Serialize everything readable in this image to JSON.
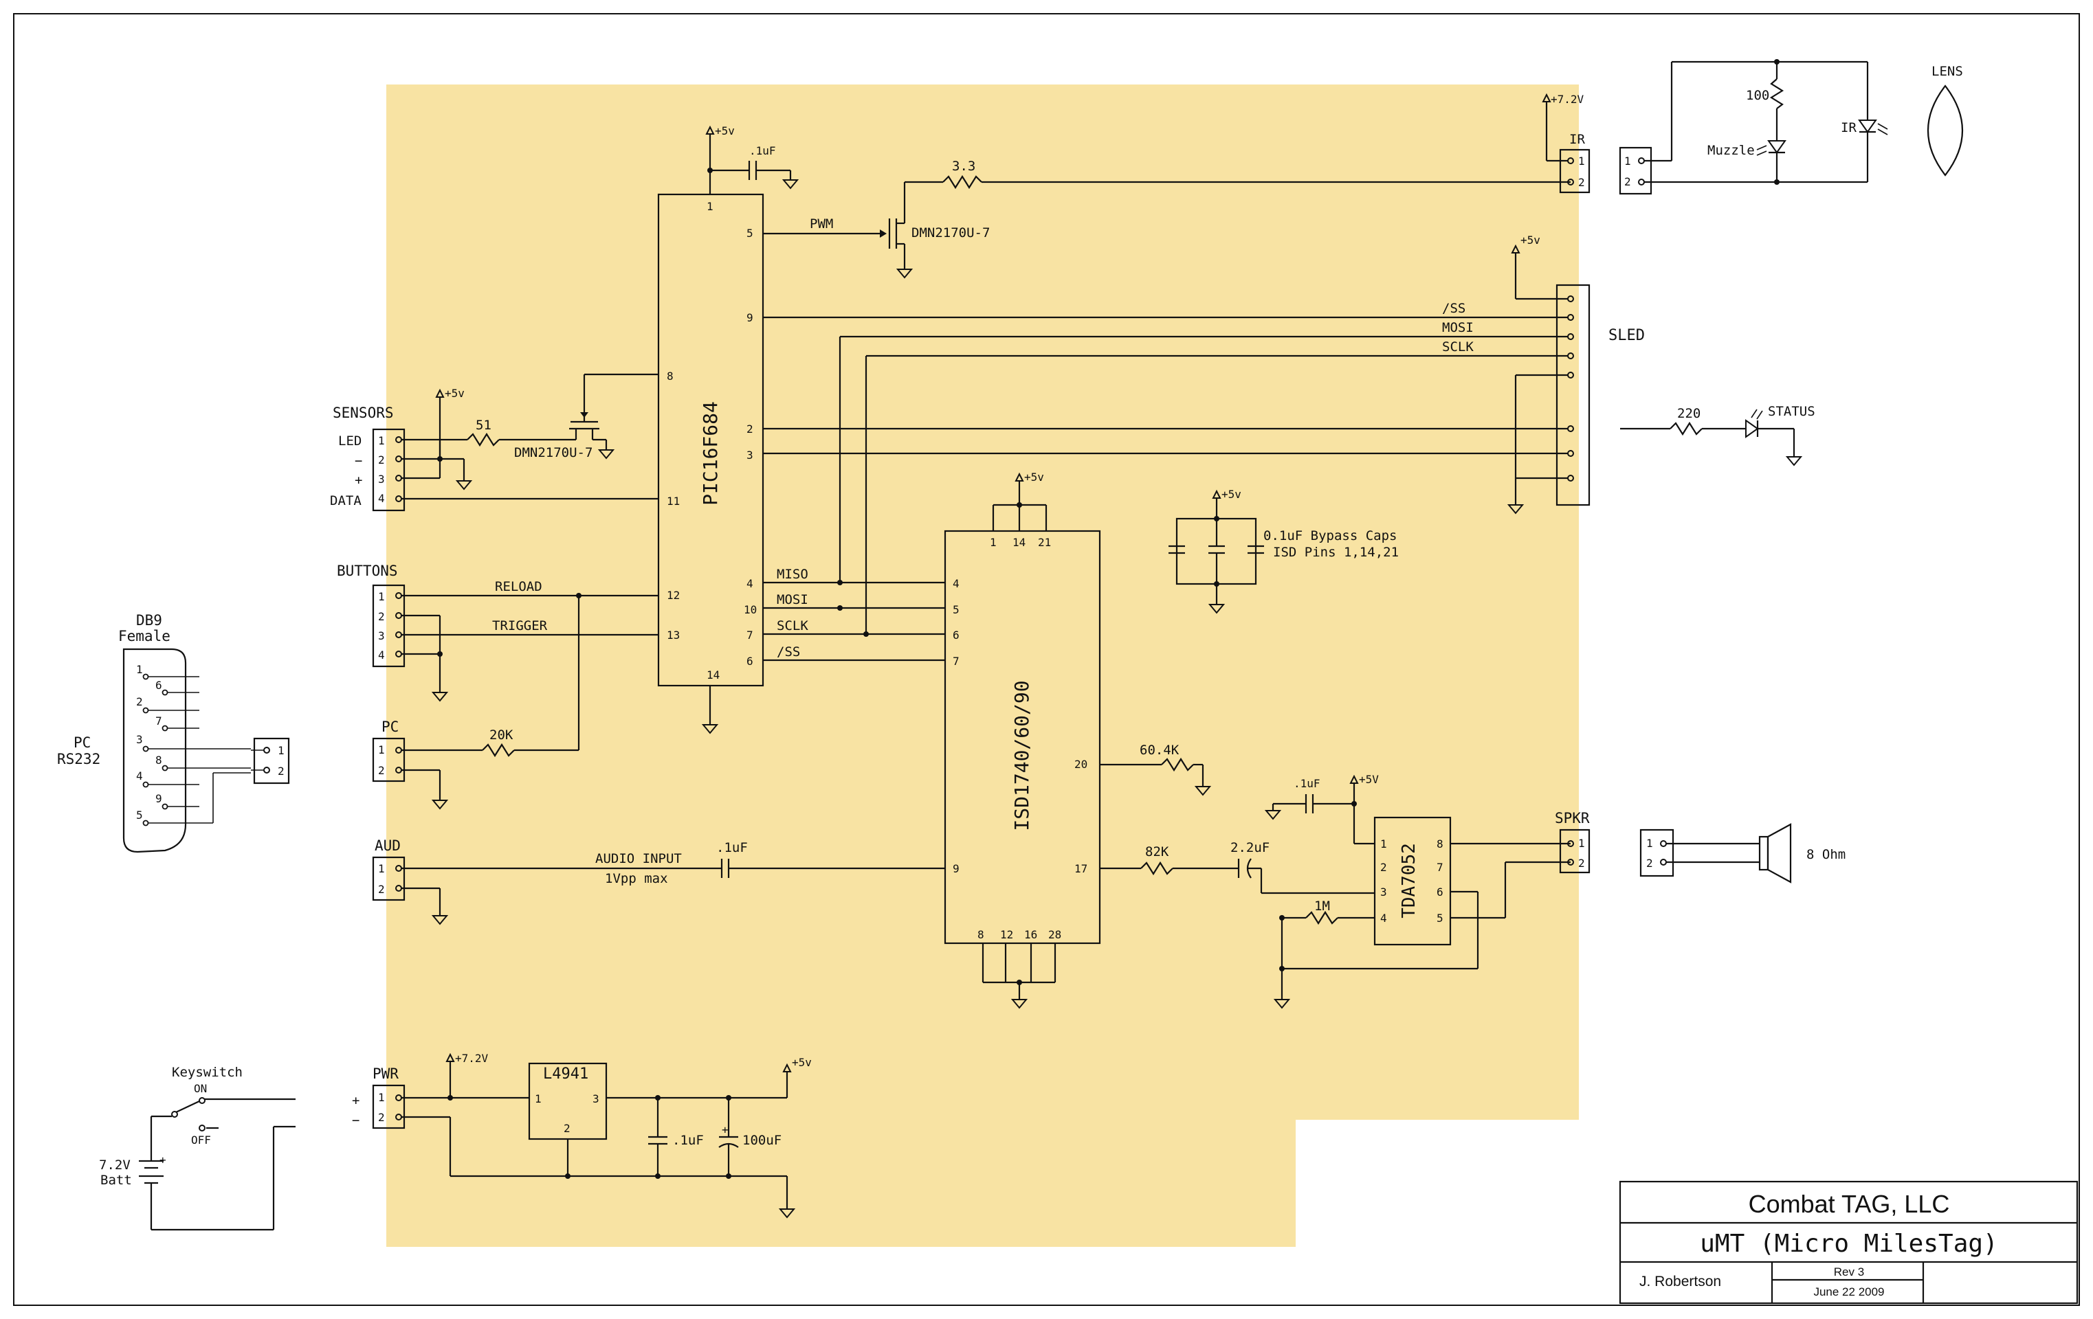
{
  "components": {
    "pic": "PIC16F684",
    "isd": "ISD1740/60/90",
    "tda": "TDA7052",
    "reg": "L4941",
    "mosfet_pwm": "DMN2170U-7",
    "mosfet_led": "DMN2170U-7"
  },
  "rails": {
    "v5": "+5v",
    "v72": "+7.2V",
    "v5b": "+5V"
  },
  "connectors": {
    "sensors": "SENSORS",
    "buttons": "BUTTONS",
    "pc": "PC",
    "aud": "AUD",
    "pwr": "PWR",
    "ir": "IR",
    "sled": "SLED",
    "spkr": "SPKR",
    "db9": "DB9",
    "db9_sub": "Female",
    "pc_serial_1": "PC",
    "pc_serial_2": "RS232"
  },
  "sensor_pins": [
    "LED",
    "−",
    "+",
    "DATA"
  ],
  "pwr_pins": [
    "+",
    "−"
  ],
  "signals": {
    "pwm": "PWM",
    "ss": "/SS",
    "mosi": "MOSI",
    "sclk": "SCLK",
    "miso": "MISO",
    "reload": "RELOAD",
    "trigger": "TRIGGER",
    "audio_input": "AUDIO INPUT",
    "audio_level": "1Vpp max"
  },
  "values": {
    "c_pic": ".1uF",
    "r_ir": "3.3",
    "r_led": "51",
    "r_pc": "20K",
    "c_aud": ".1uF",
    "r_isd": "60.4K",
    "r_spk": "82K",
    "c_spk": "2.2uF",
    "c_tda": ".1uF",
    "r_fb": "1M",
    "c_reg1": ".1uF",
    "c_reg2": "100uF",
    "r_muzzle": "100",
    "r_status": "220"
  },
  "labels": {
    "bypass_1": "0.1uF Bypass Caps",
    "bypass_2": "ISD Pins 1,14,21",
    "muzzle": "Muzzle",
    "ir_led": "IR",
    "lens": "LENS",
    "status": "STATUS",
    "speaker": "8 Ohm",
    "keyswitch": "Keyswitch",
    "on": "ON",
    "off": "OFF",
    "batt_v": "7.2V",
    "batt": "Batt"
  },
  "title_block": {
    "company": "Combat TAG, LLC",
    "project": "uMT (Micro MilesTag)",
    "author": "J. Robertson",
    "rev": "Rev 3",
    "date": "June 22 2009"
  },
  "colors": {
    "board_fill": "#f8e3a3",
    "ink": "#111111"
  }
}
